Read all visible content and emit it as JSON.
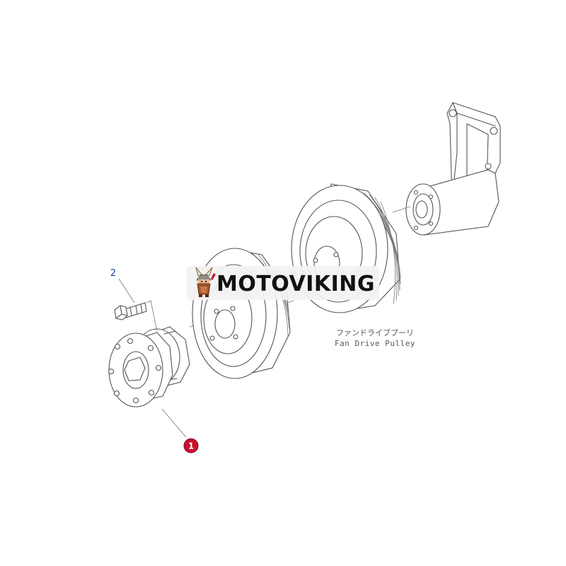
{
  "brand": {
    "name": "MOTOVIKING",
    "badge_color": "#c8102e"
  },
  "callouts": [
    {
      "number": "2",
      "color": "#1a3c9c",
      "part": "bolt"
    },
    {
      "number": "1",
      "color": "#c8102e",
      "part": "coupling"
    }
  ],
  "labels": {
    "japanese": "ファンドライブプーリ",
    "english": "Fan Drive Pulley"
  },
  "colors": {
    "line": "#555555",
    "banner_bg": "#f2f2f2",
    "background": "#ffffff"
  }
}
